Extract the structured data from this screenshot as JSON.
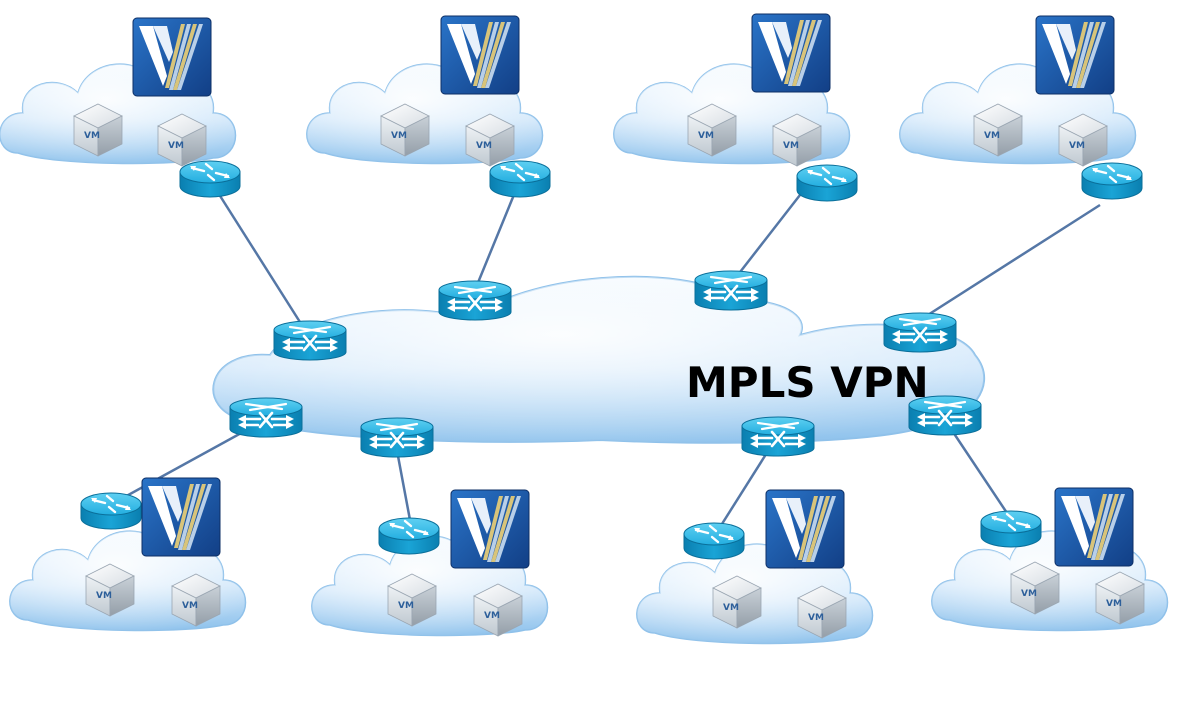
{
  "core": {
    "label": "MPLS VPN"
  },
  "sites": [
    {
      "id": "site-1",
      "vms": [
        "VM",
        "VM"
      ]
    },
    {
      "id": "site-2",
      "vms": [
        "VM",
        "VM"
      ]
    },
    {
      "id": "site-3",
      "vms": [
        "VM",
        "VM"
      ]
    },
    {
      "id": "site-4",
      "vms": [
        "VM",
        "VM"
      ]
    },
    {
      "id": "site-5",
      "vms": [
        "VM",
        "VM"
      ]
    },
    {
      "id": "site-6",
      "vms": [
        "VM",
        "VM"
      ]
    },
    {
      "id": "site-7",
      "vms": [
        "VM",
        "VM"
      ]
    },
    {
      "id": "site-8",
      "vms": [
        "VM",
        "VM"
      ]
    }
  ],
  "icons": {
    "core_switch": "layer3-switch-icon",
    "edge_router": "router-icon",
    "hypervisor": "vmware-logo-icon",
    "vm": "vm-cube-icon"
  },
  "colors": {
    "cloud_light": "#e6f3fd",
    "cloud_dark": "#7db6e6",
    "device_light": "#2fb9e6",
    "device_dark": "#0a86b8",
    "link": "#5577a6",
    "logo_blue": "#1c55a6"
  }
}
